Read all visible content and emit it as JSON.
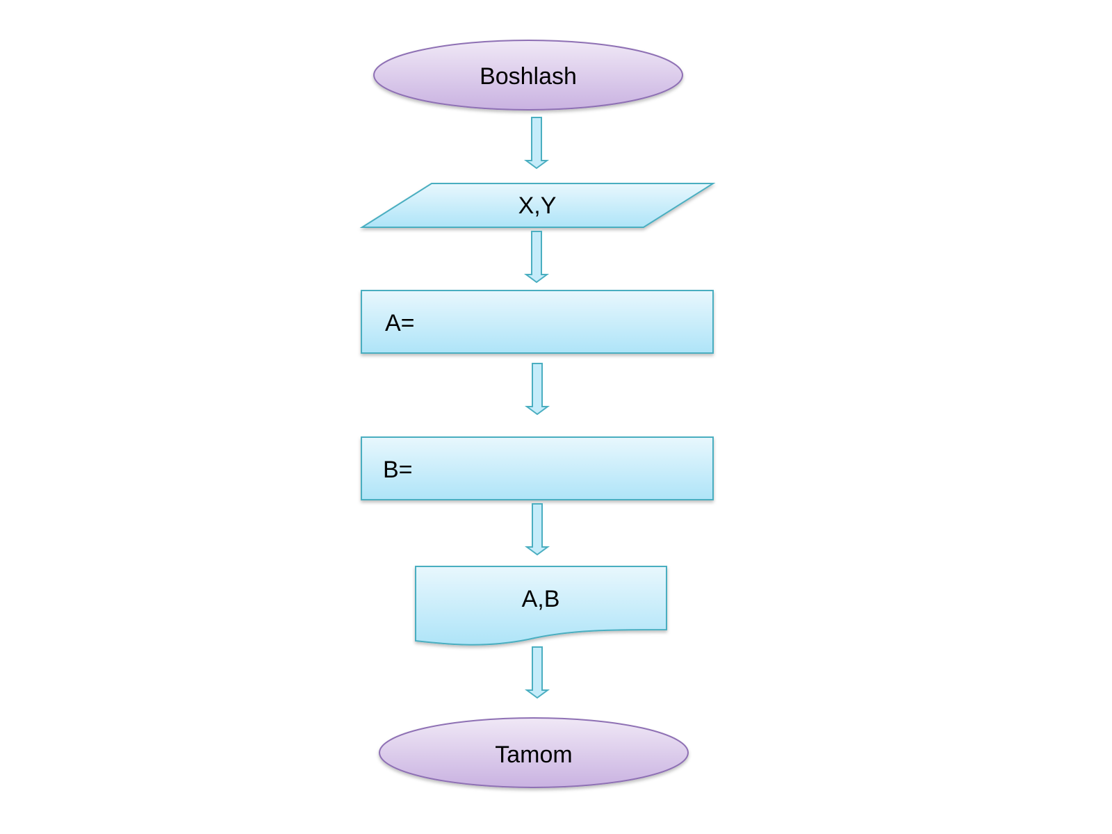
{
  "diagram": {
    "type": "flowchart",
    "nodes": [
      {
        "id": "start",
        "shape": "terminator",
        "label": "Boshlash"
      },
      {
        "id": "input",
        "shape": "parallelogram",
        "label": "X,Y"
      },
      {
        "id": "process-a",
        "shape": "rectangle",
        "label": "A="
      },
      {
        "id": "process-b",
        "shape": "rectangle",
        "label": "B="
      },
      {
        "id": "output",
        "shape": "document",
        "label": "A,B"
      },
      {
        "id": "end",
        "shape": "terminator",
        "label": "Tamom"
      }
    ],
    "edges": [
      {
        "from": "start",
        "to": "input"
      },
      {
        "from": "input",
        "to": "process-a"
      },
      {
        "from": "process-a",
        "to": "process-b"
      },
      {
        "from": "process-b",
        "to": "output"
      },
      {
        "from": "output",
        "to": "end"
      }
    ]
  },
  "colors": {
    "terminator_fill_top": "#f0e8f6",
    "terminator_fill_bottom": "#c9b2e1",
    "terminator_stroke": "#8e70b4",
    "block_fill_top": "#e8f7fd",
    "block_fill_bottom": "#aee4f8",
    "block_stroke": "#4aaec0",
    "arrow_fill": "#c5ecfa",
    "arrow_stroke": "#4aaec0"
  }
}
